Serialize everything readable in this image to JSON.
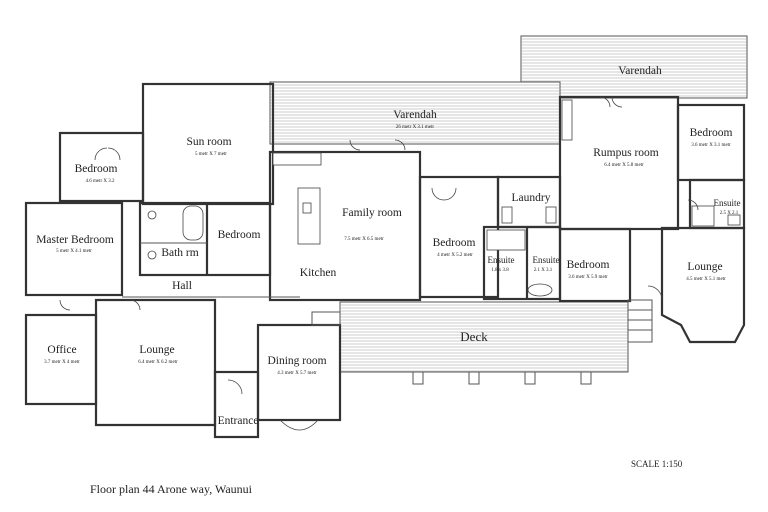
{
  "rooms": {
    "varendah_right": {
      "name": "Varendah"
    },
    "varendah_main": {
      "name": "Varendah",
      "dims": "26 metr X 3.1 metr"
    },
    "sun_room": {
      "name": "Sun room",
      "dims": "5 metr X 7 metr"
    },
    "bedroom_nw": {
      "name": "Bedroom",
      "dims": "4.6 metr X 3.2"
    },
    "master_bedroom": {
      "name": "Master Bedroom",
      "dims": "5 metr X 4.1 metr"
    },
    "bathrm": {
      "name": "Bath rm"
    },
    "bedroom_mid": {
      "name": "Bedroom"
    },
    "hall": {
      "name": "Hall"
    },
    "family_room": {
      "name": "Family room",
      "dims": "7.5 metr X 6.5 metr"
    },
    "kitchen": {
      "name": "Kitchen"
    },
    "bedroom_center": {
      "name": "Bedroom",
      "dims": "4 metr X 5.2 metr"
    },
    "laundry": {
      "name": "Laundry"
    },
    "ensuite_a": {
      "name": "Ensuite",
      "dims": "1.8 x 3.8"
    },
    "ensuite_b": {
      "name": "Ensuite",
      "dims": "2.1 X 3.1"
    },
    "rumpus_room": {
      "name": "Rumpus room",
      "dims": "6.4 metr X 5.8 metr"
    },
    "bedroom_ne": {
      "name": "Bedroom",
      "dims": "3.6 metr X 3.1 metr"
    },
    "ensuite_e": {
      "name": "Ensuite",
      "dims": "2.5 X 2.1"
    },
    "bedroom_se": {
      "name": "Bedroom",
      "dims": "3.6 metr X 5.9 metr"
    },
    "lounge_e": {
      "name": "Lounge",
      "dims": "4.5 metr X 5.1 metr"
    },
    "office": {
      "name": "Office",
      "dims": "3.7 metr X 4 metr"
    },
    "lounge_w": {
      "name": "Lounge",
      "dims": "6.4 metr X 6.2 metr"
    },
    "dining_room": {
      "name": "Dining room",
      "dims": "4.3 metr X 5.7 metr"
    },
    "entrance": {
      "name": "Entrance"
    },
    "deck": {
      "name": "Deck"
    }
  },
  "scale": "SCALE 1:150",
  "caption": "Floor plan 44 Arone way, Waunui"
}
